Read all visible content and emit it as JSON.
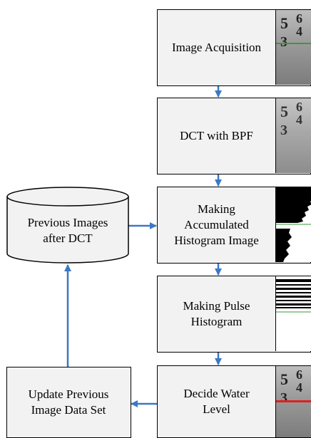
{
  "steps": {
    "acquisition": "Image Acquisition",
    "dct": "DCT with BPF",
    "histogram": "Making\nAccumulated\nHistogram Image",
    "pulse": "Making Pulse\nHistogram",
    "decide": "Decide Water\nLevel",
    "update": "Update Previous\nImage Data Set"
  },
  "store": {
    "label": "Previous Images\nafter DCT"
  },
  "staff_scale": {
    "marks": [
      "5",
      "6",
      "4",
      "3"
    ]
  },
  "colors": {
    "arrow": "#3b78c6",
    "water_line": "#e0201e",
    "green_line": "#3a9a3a"
  }
}
